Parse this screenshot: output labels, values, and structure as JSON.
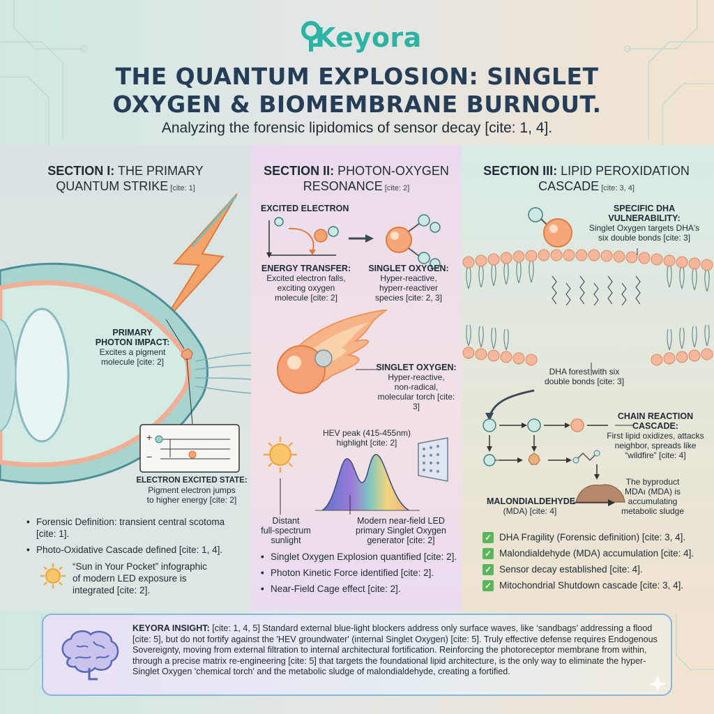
{
  "brand": {
    "logo_text": "Keyora"
  },
  "header": {
    "title_line1": "THE QUANTUM EXPLOSION: SINGLET",
    "title_line2": "OXYGEN & BIOMEMBRANE BURNOUT.",
    "subtitle": "Analyzing the forensic lipidomics of sensor decay [cite: 1, 4]."
  },
  "section1": {
    "label": "SECTION I:",
    "title_a": " THE PRIMARY",
    "title_b": "QUANTUM STRIKE",
    "cite": " [cite: 1]",
    "impact_head_1": "PRIMARY",
    "impact_head_2": "PHOTON IMPACT:",
    "impact_body_1": "Excites a pigment",
    "impact_body_2": "molecule [cite: 2]",
    "excited_head": "ELECTRON EXCITED STATE:",
    "excited_body_1": "Pigment electron jumps",
    "excited_body_2": "to higher energy [cite: 2]",
    "bullets": [
      "Forensic Definition: transient central scotoma [cite: 1].",
      "Photo-Oxidative Cascade defined [cite: 1, 4]."
    ],
    "sun_note": "“Sun in Your Pocket” infographic of modern LED exposure is integrated [cite: 2]."
  },
  "section2": {
    "label": "SECTION II:",
    "title_a": " PHOTON-OXYGEN",
    "title_b": "RESONANCE",
    "cite": " [cite: 2]",
    "excited_electron": "EXCITED ELECTRON",
    "energy_head": "ENERGY TRANSFER:",
    "energy_body_1": "Excited electron falls,",
    "energy_body_2": "exciting oxygen",
    "energy_body_3": "molecule [cite: 2]",
    "singlet_head": "SINGLET OXYGEN:",
    "singlet_body_1": "Hyper-reactive,",
    "singlet_body_2": "hyperr-reactiver",
    "singlet_body_3": "species [cite: 2, 3]",
    "torch_head": "SINGLET OXYGEN:",
    "torch_body_1": "Hyper-reactive,",
    "torch_body_2": "non-radical,",
    "torch_body_3": "molecular torch [cite: 3]",
    "hev_1": "HEV peak (415-455nm)",
    "hev_2": "highlight [cite: 2]",
    "distant_1": "Distant",
    "distant_2": "full-spectrum",
    "distant_3": "sunlight",
    "led_1": "Modern near-field LED",
    "led_2": "primary Singlet Oxygen",
    "led_3": "generator [cite: 2]",
    "bullets": [
      "Singlet Oxygen Explosion quantified [cite: 2].",
      "Photon Kinetic Force identified [cite: 2].",
      "Near-Field Cage effect [cite: 2]."
    ]
  },
  "section3": {
    "label": "SECTION III:",
    "title_a": " LIPID PEROXIDATION",
    "title_b": "CASCADE",
    "cite": " [cite: 3, 4]",
    "dha_head_1": "SPECIFIC DHA",
    "dha_head_2": "VULNERABILITY:",
    "dha_body_1": "Singlet Oxygen targets DHA's",
    "dha_body_2": "six double bonds [cite: 3]",
    "forest_1": "DHA forest with six",
    "forest_2": "double bonds [cite: 3]",
    "chain_head_1": "CHAIN REACTION",
    "chain_head_2": "CASCADE:",
    "chain_body_1": "First lipid oxidizes, attacks",
    "chain_body_2": "neighbor, spreads like",
    "chain_body_3": "“wildfire” [cite: 4]",
    "mda_head": "MALONDIALDEHYDE",
    "mda_body": "(MDA) [cite: 4]",
    "byproduct_1": "The byproduct",
    "byproduct_2": "MDAı (MDA) is",
    "byproduct_3": "accumulating",
    "byproduct_4": "metabolic sludge",
    "checks": [
      "DHA Fragility (Forensic definition) [cite: 3, 4].",
      "Malondialdehyde (MDA) accumulation [cite: 4].",
      "Sensor decay established [cite: 4].",
      "Mitochondrial Shutdown cascade [cite: 3, 4]."
    ]
  },
  "insight": {
    "label": "KEYORA INSIGHT:",
    "text": " [cite: 1, 4, 5] Standard external blue-light blockers address only surface waves, like ‘sandbags’ addressing a flood [cite: 5], but do not fortify against the 'HEV groundwater' (internal Singlet Oxygen) [cite: 5]. Truly effective defense requires Endogenous Sovereignty, moving from external filtration to internal architectural fortification. Reinforcing the photoreceptor membrane from within, through a precise matrix re-engineering [cite: 5] that targets the foundational lipid architecture, is the only way to eliminate the hyper-Singlet Oxygen 'chemical torch' and the metabolic sludge of malondialdehyde, creating a fortified."
  },
  "colors": {
    "brand_teal": "#2bb3a3",
    "title_navy": "#253d57",
    "check_green": "#5bb55a",
    "insight_border": "#8ab6d8"
  }
}
